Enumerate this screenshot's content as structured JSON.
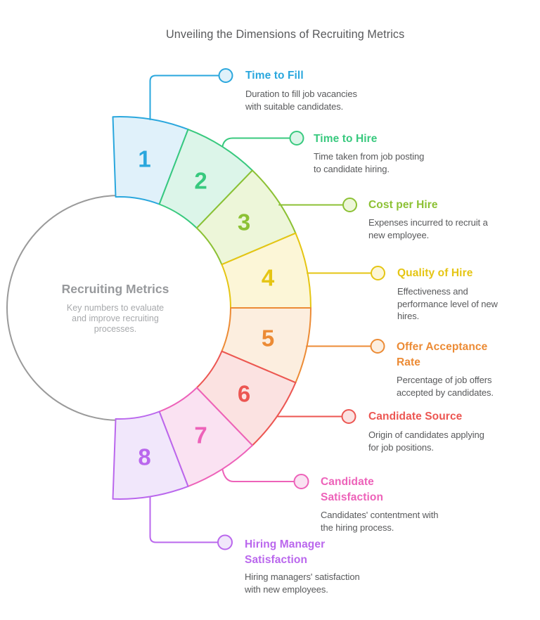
{
  "title": "Unveiling the Dimensions of Recruiting Metrics",
  "center": {
    "title": "Recruiting Metrics",
    "description": [
      "Key numbers to evaluate",
      "and improve recruiting",
      "processes."
    ],
    "circle_color": "#9A9A9A"
  },
  "segments": [
    {
      "number": "1",
      "label": [
        "Time to Fill"
      ],
      "description": [
        "Duration to fill job vacancies",
        "with suitable candidates."
      ],
      "color": "#2AA7DD",
      "fill": "#E0F1FA"
    },
    {
      "number": "2",
      "label": [
        "Time to Hire"
      ],
      "description": [
        "Time taken from job posting",
        "to candidate hiring."
      ],
      "color": "#38C97E",
      "fill": "#DCF5E9"
    },
    {
      "number": "3",
      "label": [
        "Cost per Hire"
      ],
      "description": [
        "Expenses incurred to recruit a",
        "new employee."
      ],
      "color": "#8CC134",
      "fill": "#EDF6D9"
    },
    {
      "number": "4",
      "label": [
        "Quality of Hire"
      ],
      "description": [
        "Effectiveness and",
        "performance level of new",
        "hires."
      ],
      "color": "#E5C513",
      "fill": "#FCF6D7"
    },
    {
      "number": "5",
      "label": [
        "Offer Acceptance",
        "Rate"
      ],
      "description": [
        "Percentage of job offers",
        "accepted by candidates."
      ],
      "color": "#EC8B35",
      "fill": "#FCEEDF"
    },
    {
      "number": "6",
      "label": [
        "Candidate Source"
      ],
      "description": [
        "Origin of candidates applying",
        "for job positions."
      ],
      "color": "#EC5652",
      "fill": "#FBE2E1"
    },
    {
      "number": "7",
      "label": [
        "Candidate",
        "Satisfaction"
      ],
      "description": [
        "Candidates' contentment with",
        "the hiring process."
      ],
      "color": "#ED62B9",
      "fill": "#FAE2F2"
    },
    {
      "number": "8",
      "label": [
        "Hiring Manager",
        "Satisfaction"
      ],
      "description": [
        "Hiring managers' satisfaction",
        "with new employees."
      ],
      "color": "#BA67ED",
      "fill": "#F1E7FB"
    }
  ]
}
